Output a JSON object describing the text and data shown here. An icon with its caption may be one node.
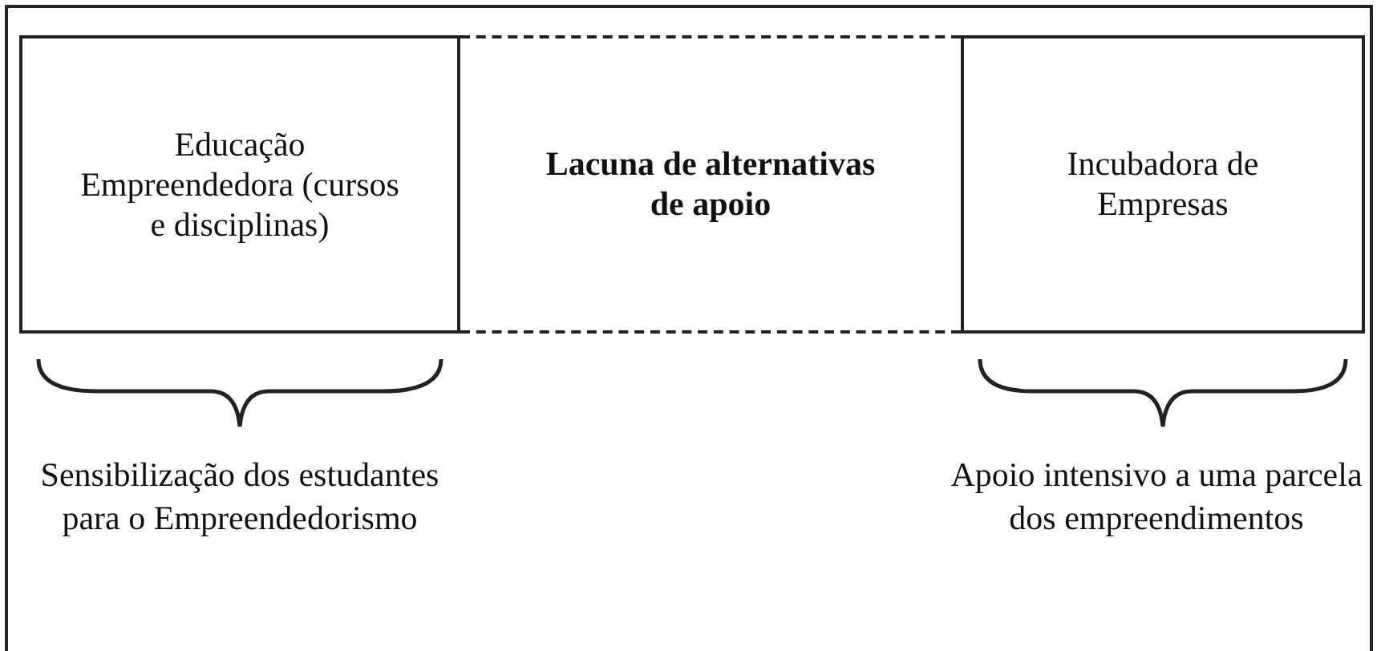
{
  "diagram": {
    "nodes": [
      {
        "text": [
          "Educação Empreendedora (cursos e disciplinas)"
        ],
        "beside": [
          "Sensibilização dos estudantes para o Empreendedorismo"
        ]
      },
      {
        "text": [
          "Lacuna de alternativas de apoio"
        ]
      },
      {
        "text": [
          "Incubadora de Empresas"
        ],
        "beside": [
          "Apoio intensivo a uma parcela dos empreendimentos"
        ]
      }
    ]
  }
}
